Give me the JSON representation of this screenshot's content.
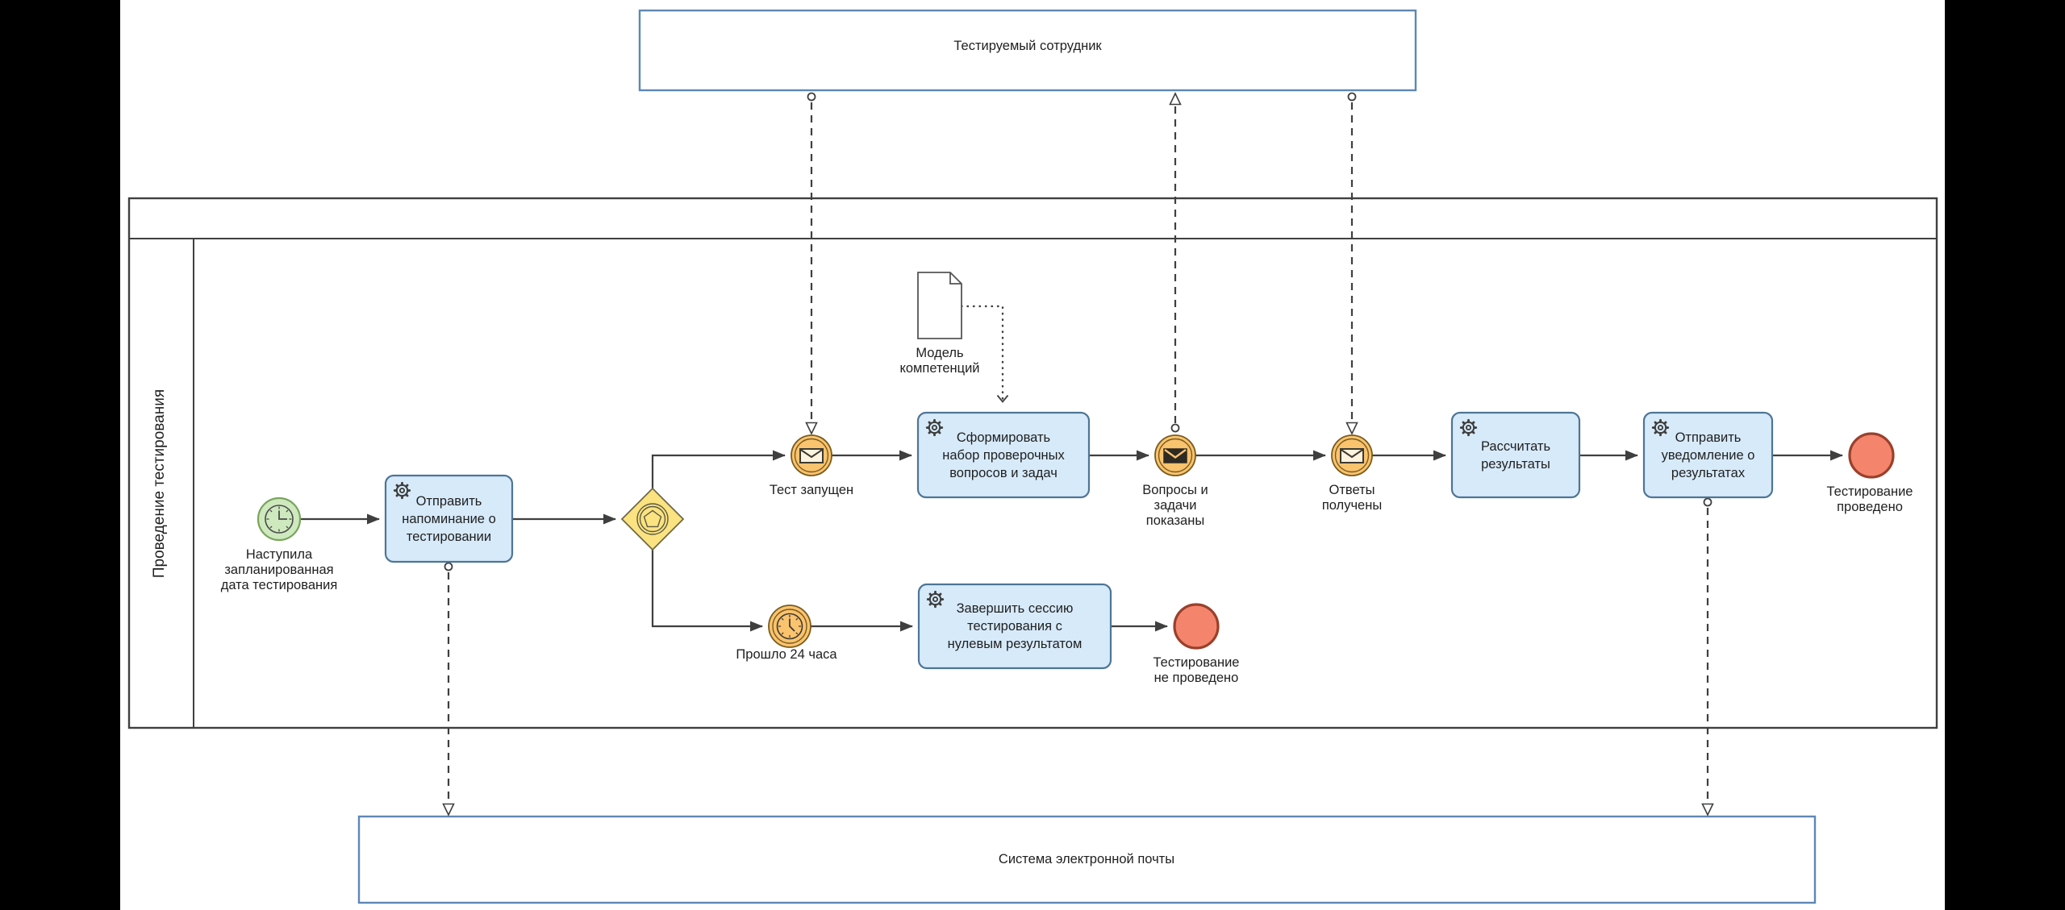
{
  "diagram": {
    "type": "bpmn-collaboration",
    "pools": {
      "top_pool": {
        "label": "Тестируемый сотрудник"
      },
      "bottom_pool": {
        "label": "Система электронной почты"
      },
      "main_pool": {
        "lane_label": "Проведение тестирования"
      }
    },
    "events": {
      "start_timer": {
        "type": "timer-start",
        "label": "Наступила\nзапланированная\nдата тестирования"
      },
      "test_started": {
        "type": "message-catch",
        "label": "Тест запущен"
      },
      "questions_shown": {
        "type": "message-throw",
        "label": "Вопросы и\nзадачи\nпоказаны"
      },
      "answers_received": {
        "type": "message-catch",
        "label": "Ответы\nполучены"
      },
      "timer_24h": {
        "type": "timer-intermediate",
        "label": "Прошло 24 часа"
      },
      "end_done": {
        "type": "end",
        "label": "Тестирование\nпроведено"
      },
      "end_not_done": {
        "type": "end",
        "label": "Тестирование\nне проведено"
      }
    },
    "tasks": {
      "send_reminder": {
        "type": "service-task",
        "label": "Отправить\nнапоминание о\nтестировании"
      },
      "build_questions": {
        "type": "service-task",
        "label": "Сформировать\nнабор проверочных\nвопросов и задач"
      },
      "calc_results": {
        "type": "service-task",
        "label": "Рассчитать\nрезультаты"
      },
      "send_notification": {
        "type": "service-task",
        "label": "Отправить\nуведомление о\nрезультатах"
      },
      "close_session": {
        "type": "service-task",
        "label": "Завершить сессию\nтестирования с\nнулевым результатом"
      }
    },
    "gateway": {
      "type": "event-based-gateway"
    },
    "data_objects": {
      "competency_model": {
        "label": "Модель\nкомпетенций"
      }
    },
    "colors": {
      "task_fill": "#D7EAFA",
      "task_stroke": "#4D7596",
      "event_orange_fill": "#FAC36D",
      "event_orange_stroke": "#7A5C1E",
      "start_green_fill": "#CEE9BE",
      "start_green_stroke": "#79A45D",
      "end_red_fill": "#F5846D",
      "end_red_stroke": "#99402B",
      "gateway_fill": "#FAE380",
      "gateway_stroke": "#6F6B46",
      "pool_border_blue": "#5E87B5",
      "main_pool_border": "#404040",
      "flow_line": "#3F3F3F"
    }
  }
}
